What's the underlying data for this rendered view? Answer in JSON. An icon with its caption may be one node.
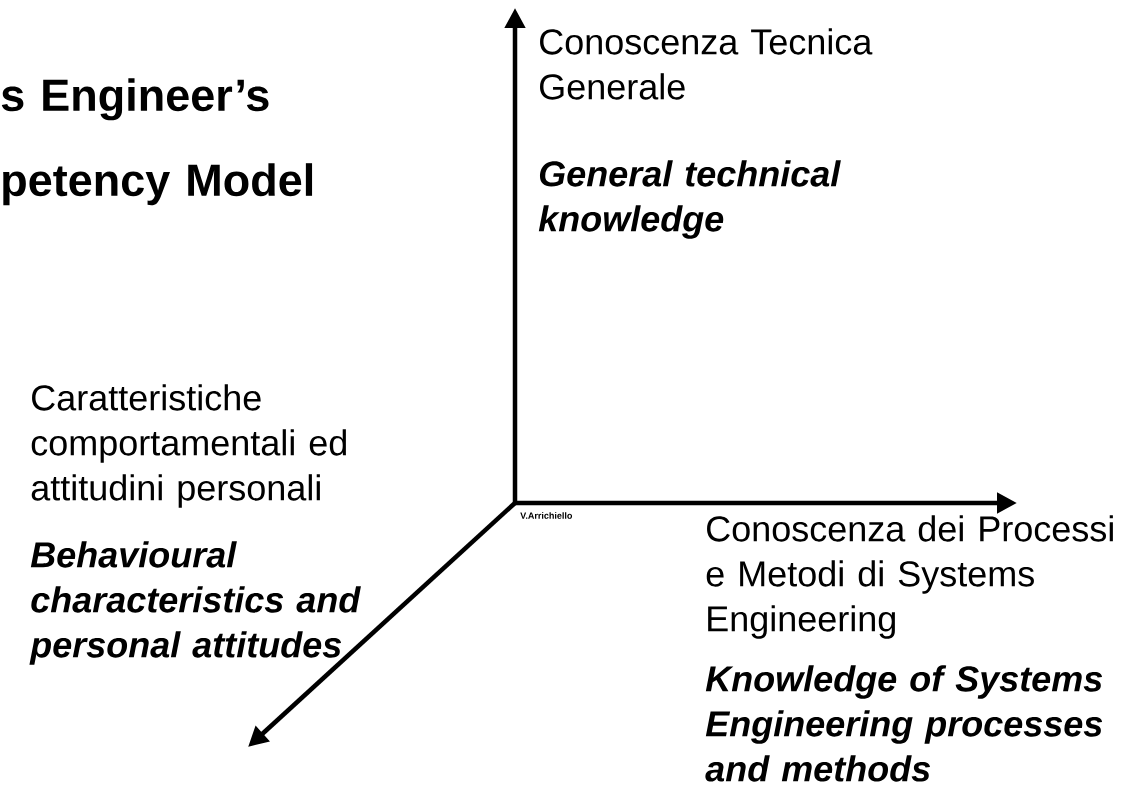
{
  "diagram": {
    "labels": [
      "s Engineer’s",
      "petency Model",
      "Conoscenza Tecnica Generale",
      "General technical knowledge",
      "Caratteristiche comportamentali ed attitudini personali",
      "Behavioural characteristics and personal attitudes",
      "V.Arrichiello",
      "Conoscenza dei Processi e Metodi di Systems Engineering",
      "Knowledge of Systems Engineering processes and methods"
    ]
  }
}
